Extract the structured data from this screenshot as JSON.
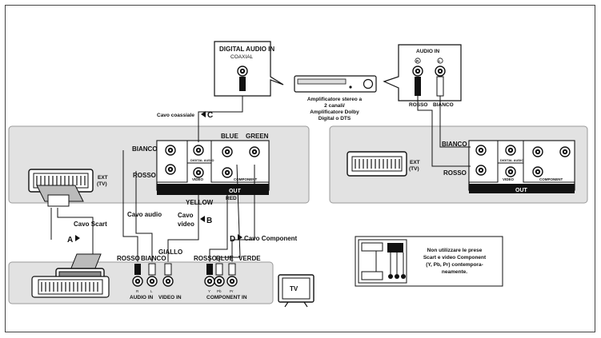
{
  "labels": {
    "digital_audio_in": "DIGITAL AUDIO IN",
    "coaxial": "COAXIAL",
    "audio_in_top": "AUDIO IN",
    "amp_caption": [
      "Amplificatore stereo a",
      "2 canali/",
      "Amplificatore Dolby",
      "Digital o DTS"
    ],
    "cavo_coassiale": "Cavo coassiale",
    "letter_c": "C",
    "letter_b": "B",
    "letter_a": "A",
    "letter_d": "D",
    "rosso": "ROSSO",
    "bianco": "BIANCO",
    "bianco_top": "BIANCO",
    "rosso_top": "ROSSO",
    "blue": "BLUE",
    "green": "GREEN",
    "red": "RED",
    "yellow": "YELLOW",
    "out": "OUT",
    "component": "COMPONENT",
    "video": "VIDEO",
    "digital_audio": "DIGITAL AUDIO",
    "ext_tv": [
      "EXT",
      "(TV)"
    ],
    "cavo_scart": "Cavo Scart",
    "cavo_audio": "Cavo audio",
    "cavo_video": [
      "Cavo",
      "video"
    ],
    "cavo_component": "Cavo Component",
    "giallo": "GIALLO",
    "verde": "VERDE",
    "blue_tv": "BLUE",
    "audio_in_tv": "AUDIO IN",
    "video_in_tv": "VIDEO IN",
    "component_in_tv": "COMPONENT IN",
    "tv": "TV",
    "note": [
      "Non utilizzare le prese",
      "Scart e video Component",
      "(Y, Pb, Pr) contempora-",
      "neamente."
    ],
    "jack_letters": {
      "r": "R",
      "l": "L",
      "y": "Y",
      "pb": "Pb",
      "pr": "Pr"
    }
  }
}
